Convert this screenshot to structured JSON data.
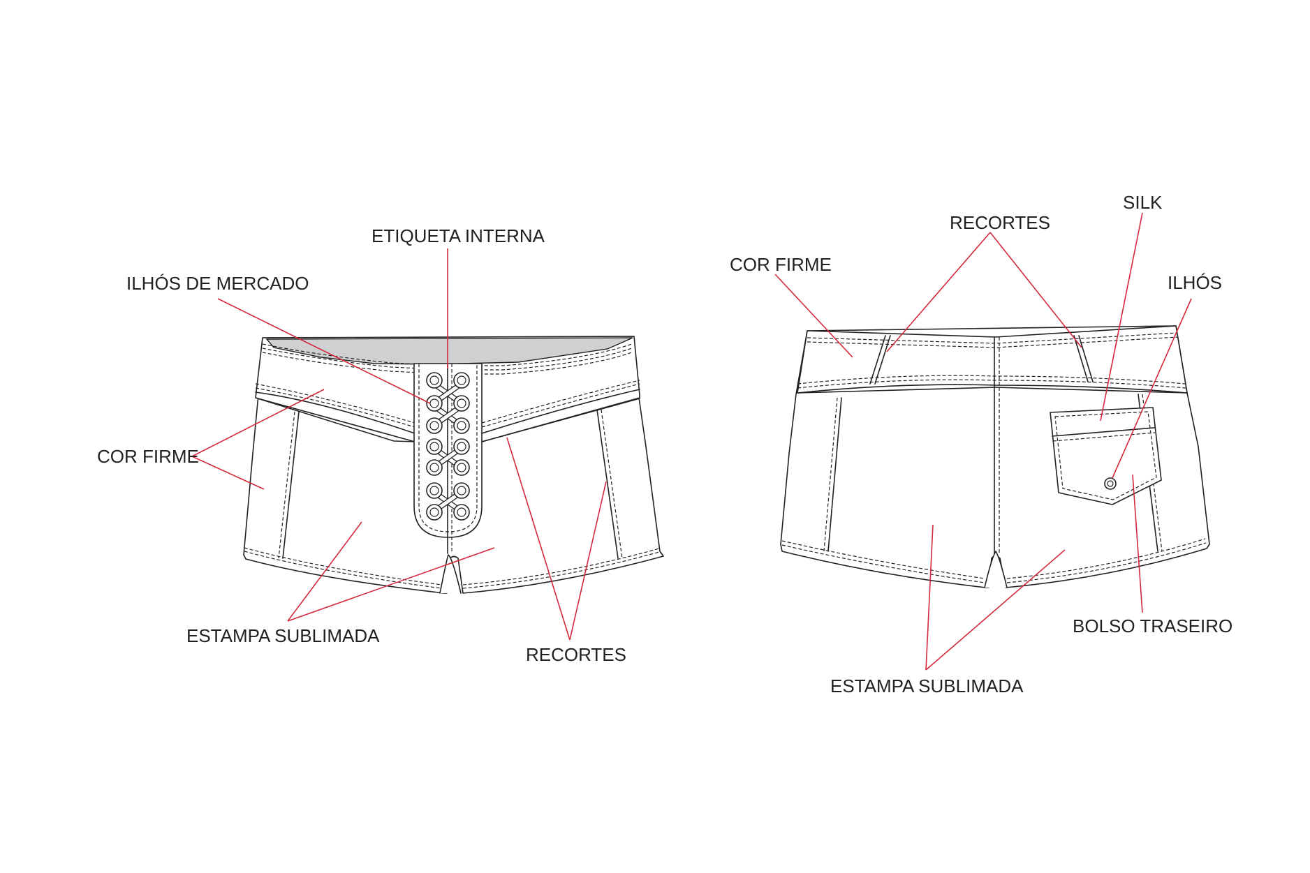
{
  "front": {
    "labels": {
      "etiqueta_interna": "ETIQUETA INTERNA",
      "ilhos_de_mercado": "ILHÓS DE MERCADO",
      "cor_firme": "COR FIRME",
      "estampa_sublimada": "ESTAMPA SUBLIMADA",
      "recortes": "RECORTES"
    }
  },
  "back": {
    "labels": {
      "recortes": "RECORTES",
      "silk": "SILK",
      "cor_firme": "COR FIRME",
      "ilhos": "ILHÓS",
      "bolso_traseiro": "BOLSO TRASEIRO",
      "estampa_sublimada": "ESTAMPA SUBLIMADA"
    }
  },
  "colors": {
    "leader": "#d4283c",
    "outline": "#231f20",
    "inner_waistband": "#cfd0d2",
    "background": "#ffffff"
  }
}
